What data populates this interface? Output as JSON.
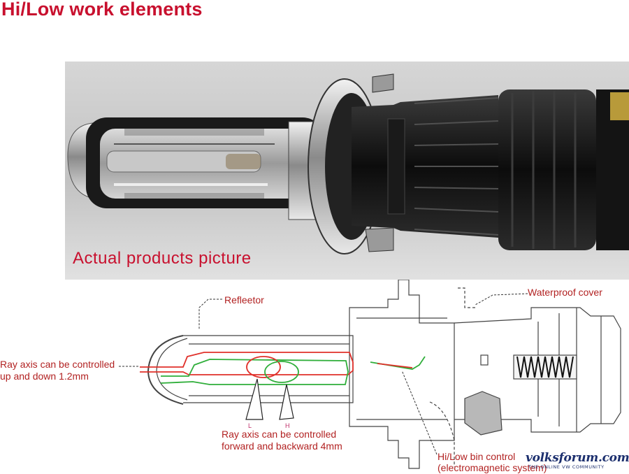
{
  "title": "Hi/Low work elements",
  "photo": {
    "caption": "Actual products picture"
  },
  "labels": {
    "reflector": "Refleetor",
    "waterproof": "Waterproof cover",
    "ray_axis_vertical_1": "Ray axis can be controlled",
    "ray_axis_vertical_2": "up and down 1.2mm",
    "ray_axis_fb_1": "Ray axis can be controlled",
    "ray_axis_fb_2": " forward and backward 4mm",
    "hilow_control_1": "Hi/Low bin control",
    "hilow_control_2": "(electromagnetic system)"
  },
  "logo": {
    "name": "volksforum.com",
    "tagline": "THE ONLINE VW COMMUNITY"
  },
  "colors": {
    "accent": "#c8102e",
    "beam_low": "#e0302a",
    "beam_high": "#2fae3a"
  }
}
